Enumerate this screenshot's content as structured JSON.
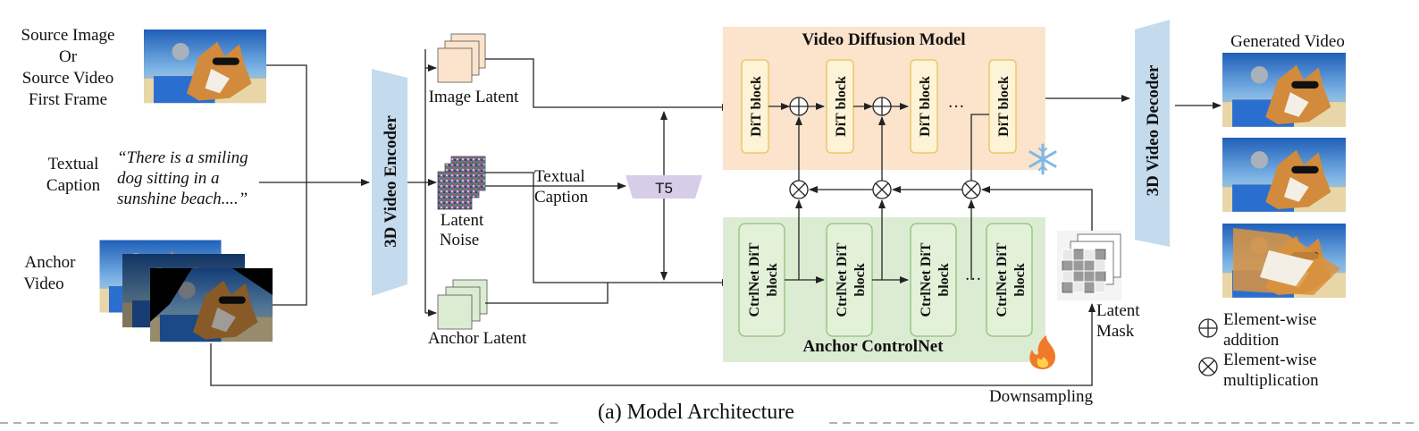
{
  "inputs": {
    "source_label": [
      "Source  Image",
      "Or",
      "Source Video",
      "First Frame"
    ],
    "caption_label": [
      "Textual",
      "Caption"
    ],
    "caption_quote": [
      "“There is a smiling",
      "dog sitting in a",
      "sunshine beach....”"
    ],
    "anchor_label": [
      "Anchor",
      "Video"
    ]
  },
  "encoder": {
    "label": "3D Video Encoder"
  },
  "decoder": {
    "label": "3D Video Decoder"
  },
  "latents": {
    "image": "Image Latent",
    "noise": [
      "Latent",
      "Noise"
    ],
    "anchor": "Anchor Latent",
    "caption": [
      "Textual",
      "Caption"
    ]
  },
  "t5": {
    "label": "T5"
  },
  "diffusion": {
    "title": "Video Diffusion Model",
    "blocks": [
      "DiT block",
      "DiT block",
      "DiT block",
      "DiT block"
    ],
    "ellipsis": "···",
    "status_icon": "snowflake-icon"
  },
  "controlnet": {
    "title": "Anchor ControlNet",
    "blocks": [
      [
        "CtrlNet DiT",
        "block"
      ],
      [
        "CtrlNet DiT",
        "block"
      ],
      [
        "CtrlNet DiT",
        "block"
      ],
      [
        "CtrlNet DiT",
        "block"
      ]
    ],
    "ellipsis": "···",
    "status_icon": "fire-icon"
  },
  "mask": {
    "label": [
      "Latent",
      "Mask"
    ],
    "downsampling": "Downsampling"
  },
  "output": {
    "title": "Generated Video"
  },
  "legend": {
    "addition": [
      "Element-wise",
      "addition"
    ],
    "multiplication": [
      "Element-wise",
      "multiplication"
    ]
  },
  "caption": "(a) Model Architecture",
  "colors": {
    "diffusion_bg": "#fbe3cc",
    "controlnet_bg": "#dcecd3",
    "dit_block_fill": "#fdf3d6",
    "dit_block_stroke": "#e9c25a",
    "ctrl_block_fill": "#e2f1d8",
    "ctrl_block_stroke": "#8fc07b",
    "encoder_blue": "#c4daed",
    "t5_purple": "#d6cde9"
  }
}
